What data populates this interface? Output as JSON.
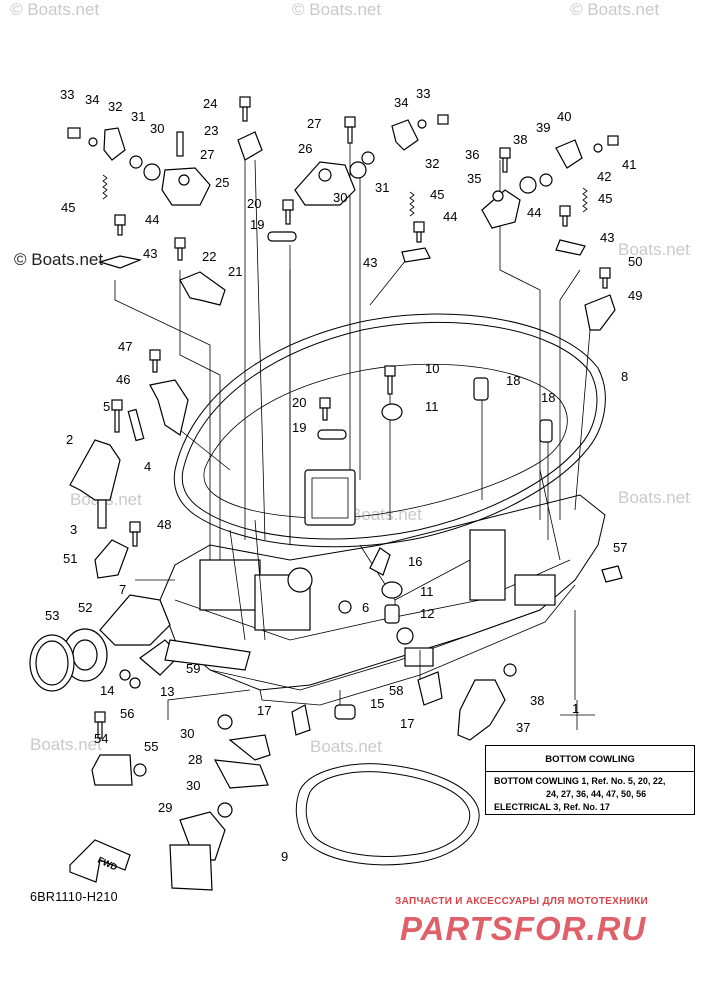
{
  "watermarks": {
    "top_1": "© Boats.net",
    "top_2": "© Boats.net",
    "top_3": "© Boats.net",
    "side_left": "© Boats.net",
    "side_right_1": "Boats.net",
    "side_right_2": "Boats.net",
    "mid_right": "Boats.net",
    "lower_left": "Boats.net",
    "lower_mid": "Boats.net",
    "lower_right": "Boats.net"
  },
  "callouts": [
    "1",
    "2",
    "3",
    "4",
    "5",
    "6",
    "7",
    "8",
    "9",
    "10",
    "11",
    "12",
    "13",
    "14",
    "15",
    "16",
    "17",
    "18",
    "19",
    "20",
    "21",
    "22",
    "23",
    "24",
    "25",
    "26",
    "27",
    "28",
    "29",
    "30",
    "31",
    "32",
    "33",
    "34",
    "35",
    "36",
    "37",
    "38",
    "39",
    "40",
    "41",
    "42",
    "43",
    "44",
    "45",
    "46",
    "47",
    "48",
    "49",
    "50",
    "51",
    "52",
    "53",
    "54",
    "55",
    "56",
    "57",
    "58",
    "59"
  ],
  "note_box": {
    "title": "BOTTOM  COWLING",
    "line1": "BOTTOM  COWLING 1,  Ref. No. 5, 20, 22,",
    "line2": "24, 27, 36, 44, 47, 50, 56",
    "line3": "ELECTRICAL 3,  Ref. No. 17"
  },
  "fwd_label": "FWD",
  "diagram_code": "6BR1110-H210",
  "footer": {
    "tagline": "ЗАПЧАСТИ И АКСЕССУАРЫ ДЛЯ МОТОТЕХНИКИ",
    "brand": "PARTSFOR.RU"
  }
}
